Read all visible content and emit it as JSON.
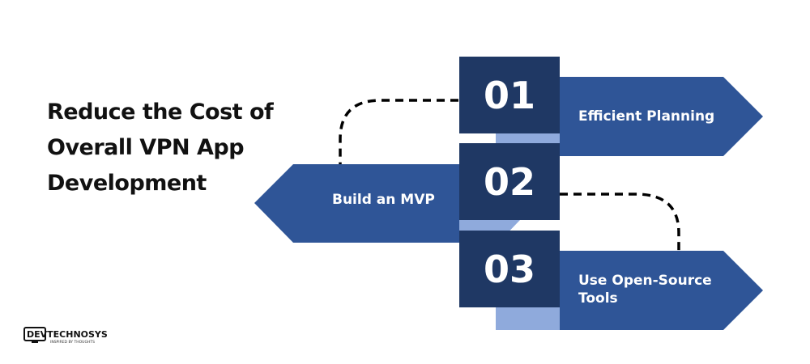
{
  "title_lines": [
    "Reduce the Cost of",
    "Overall VPN App",
    "Development"
  ],
  "steps": [
    {
      "number": "01",
      "label_lines": [
        "Efficient Planning"
      ],
      "direction": "right"
    },
    {
      "number": "02",
      "label_lines": [
        "Build an MVP"
      ],
      "direction": "left"
    },
    {
      "number": "03",
      "label_lines": [
        "Use Open-Source",
        "Tools"
      ],
      "direction": "right"
    }
  ],
  "logo": {
    "text": "DEVTECHNOSYS",
    "tagline": "INSPIRED BY THOUGHTS"
  },
  "colors": {
    "number_box": "#1F3864",
    "arrow": "#2F5597",
    "arrow_accent": "#8FAADC",
    "text_dark": "#111111",
    "connector": "#000000"
  }
}
